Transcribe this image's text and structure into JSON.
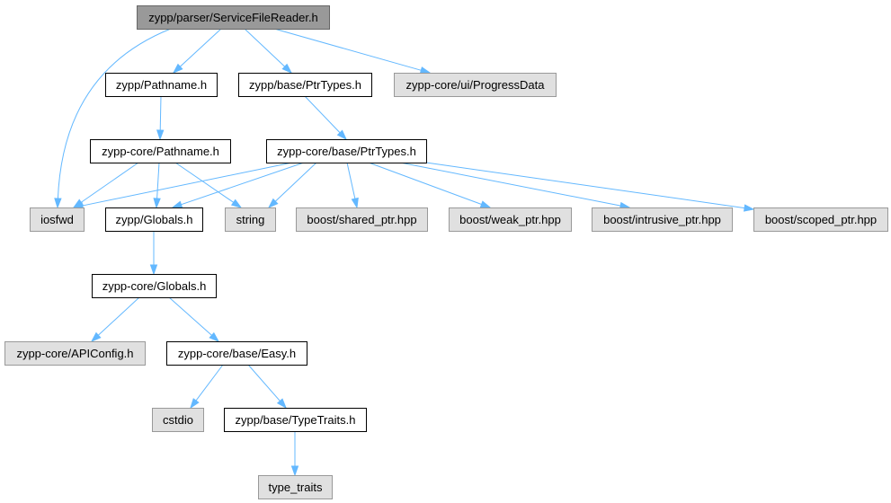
{
  "colors": {
    "edge": "#63b8ff",
    "main_fill": "#999999",
    "linked_fill": "#ffffff",
    "external_fill": "#e0e0e0"
  },
  "nodes": {
    "service_file_reader": {
      "label": "zypp/parser/ServiceFileReader.h",
      "kind": "main"
    },
    "iosfwd": {
      "label": "iosfwd",
      "kind": "external"
    },
    "pathname": {
      "label": "zypp/Pathname.h",
      "kind": "linked"
    },
    "ptr_types": {
      "label": "zypp/base/PtrTypes.h",
      "kind": "linked"
    },
    "progress_data": {
      "label": "zypp-core/ui/ProgressData",
      "kind": "external"
    },
    "core_pathname": {
      "label": "zypp-core/Pathname.h",
      "kind": "linked"
    },
    "core_ptr_types": {
      "label": "zypp-core/base/PtrTypes.h",
      "kind": "linked"
    },
    "globals": {
      "label": "zypp/Globals.h",
      "kind": "linked"
    },
    "string": {
      "label": "string",
      "kind": "external"
    },
    "shared_ptr": {
      "label": "boost/shared_ptr.hpp",
      "kind": "external"
    },
    "weak_ptr": {
      "label": "boost/weak_ptr.hpp",
      "kind": "external"
    },
    "intrusive_ptr": {
      "label": "boost/intrusive_ptr.hpp",
      "kind": "external"
    },
    "scoped_ptr": {
      "label": "boost/scoped_ptr.hpp",
      "kind": "external"
    },
    "core_globals": {
      "label": "zypp-core/Globals.h",
      "kind": "linked"
    },
    "api_config": {
      "label": "zypp-core/APIConfig.h",
      "kind": "external"
    },
    "easy": {
      "label": "zypp-core/base/Easy.h",
      "kind": "linked"
    },
    "cstdio": {
      "label": "cstdio",
      "kind": "external"
    },
    "type_traits_h": {
      "label": "zypp/base/TypeTraits.h",
      "kind": "linked"
    },
    "type_traits": {
      "label": "type_traits",
      "kind": "external"
    }
  },
  "edges": [
    [
      "service_file_reader",
      "iosfwd"
    ],
    [
      "service_file_reader",
      "pathname"
    ],
    [
      "service_file_reader",
      "ptr_types"
    ],
    [
      "service_file_reader",
      "progress_data"
    ],
    [
      "pathname",
      "core_pathname"
    ],
    [
      "ptr_types",
      "core_ptr_types"
    ],
    [
      "core_pathname",
      "iosfwd"
    ],
    [
      "core_pathname",
      "globals"
    ],
    [
      "core_pathname",
      "string"
    ],
    [
      "core_ptr_types",
      "iosfwd"
    ],
    [
      "core_ptr_types",
      "globals"
    ],
    [
      "core_ptr_types",
      "string"
    ],
    [
      "core_ptr_types",
      "shared_ptr"
    ],
    [
      "core_ptr_types",
      "weak_ptr"
    ],
    [
      "core_ptr_types",
      "intrusive_ptr"
    ],
    [
      "core_ptr_types",
      "scoped_ptr"
    ],
    [
      "globals",
      "core_globals"
    ],
    [
      "core_globals",
      "api_config"
    ],
    [
      "core_globals",
      "easy"
    ],
    [
      "easy",
      "cstdio"
    ],
    [
      "easy",
      "type_traits_h"
    ],
    [
      "type_traits_h",
      "type_traits"
    ]
  ]
}
